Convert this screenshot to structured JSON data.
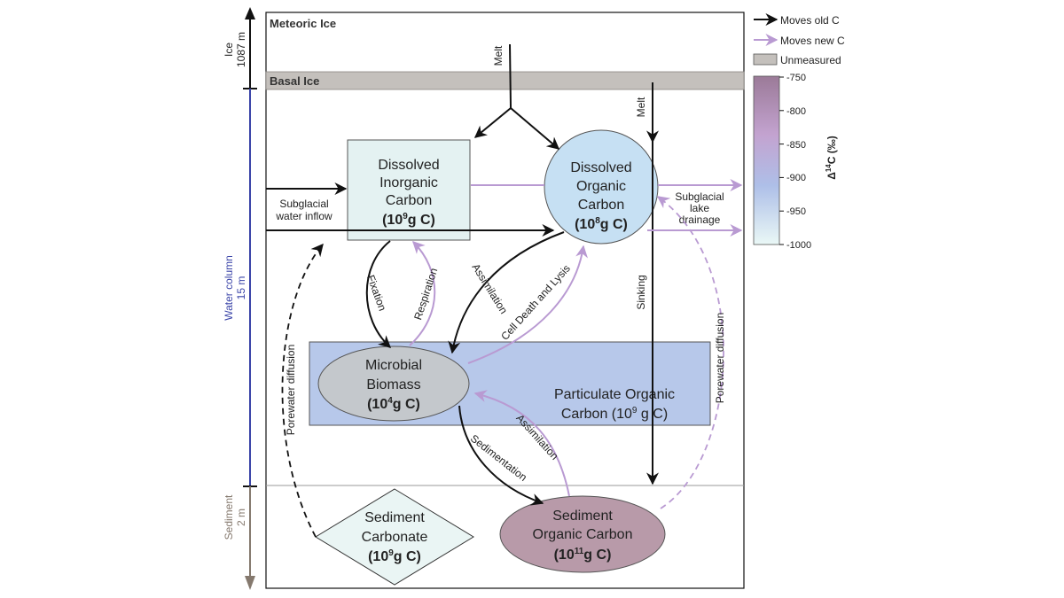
{
  "zones": {
    "meteoric_ice": "Meteoric Ice",
    "basal_ice": "Basal Ice"
  },
  "side_axis": {
    "ice": "Ice",
    "ice_depth": "1087 m",
    "water": "Water column",
    "water_depth": "15 m",
    "sediment": "Sediment",
    "sediment_depth": "2 m"
  },
  "nodes": {
    "dic": {
      "line1": "Dissolved",
      "line2": "Inorganic",
      "line3": "Carbon",
      "mass_base": "(10",
      "mass_exp": "9",
      "mass_unit": "g C)"
    },
    "doc": {
      "line1": "Dissolved",
      "line2": "Organic",
      "line3": "Carbon",
      "mass_base": "(10",
      "mass_exp": "8",
      "mass_unit": "g C)"
    },
    "biomass": {
      "line1": "Microbial",
      "line2": "Biomass",
      "mass_base": "(10",
      "mass_exp": "4",
      "mass_unit": "g C)"
    },
    "poc": {
      "line1": "Particulate Organic",
      "line2_base": "Carbon (10",
      "line2_exp": "9",
      "line2_unit": " g C)"
    },
    "sed_carb": {
      "line1": "Sediment",
      "line2": "Carbonate",
      "mass_base": "(10",
      "mass_exp": "9",
      "mass_unit": "g C)"
    },
    "sed_oc": {
      "line1": "Sediment",
      "line2": "Organic Carbon",
      "mass_base": "(10",
      "mass_exp": "11",
      "mass_unit": "g C)"
    }
  },
  "flows": {
    "melt_top": "Melt",
    "melt_right": "Melt",
    "inflow1": "Subglacial",
    "inflow2": "water inflow",
    "drainage1": "Subglacial",
    "drainage2": "lake",
    "drainage3": "drainage",
    "fixation": "Fixation",
    "respiration": "Respiration",
    "assimilation_doc": "Assimilation",
    "cell_death": "Cell Death and Lysis",
    "sinking": "Sinking",
    "sedimentation": "Sedimentation",
    "assimilation_sed": "Assimilation",
    "porewater_left": "Porewater diffusion",
    "porewater_right": "Porewater diffusion"
  },
  "legend": {
    "old_c": "Moves old C",
    "new_c": "Moves new C",
    "unmeasured": "Unmeasured",
    "scale_label_base": "Δ",
    "scale_label_exp": "14",
    "scale_label_unit": "C (‰)",
    "ticks": [
      "-750",
      "-800",
      "-850",
      "-900",
      "-950",
      "-1000"
    ]
  },
  "colors": {
    "old_c": "#111111",
    "new_c": "#b99ad2",
    "unmeasured": "#c4c0bc",
    "dic_fill": "#e4f2f2",
    "doc_fill": "#c6e0f3",
    "biomass_fill": "#c4c8cc",
    "poc_fill": "#b7c8ea",
    "sed_oc_fill": "#b89aa9",
    "sed_carb_fill": "#eaf5f4",
    "water_axis": "#3a44a8",
    "sediment_axis": "#85796e"
  }
}
